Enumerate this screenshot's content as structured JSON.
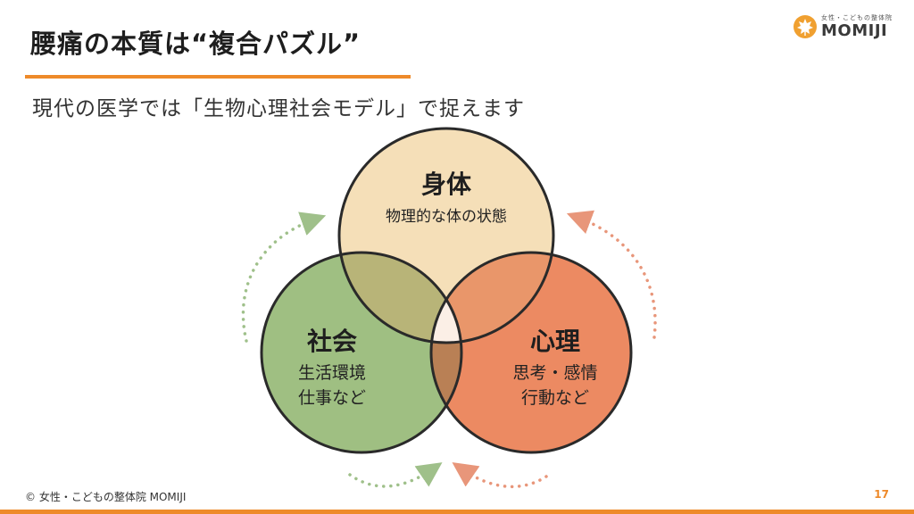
{
  "slide": {
    "title": "腰痛の本質は“複合パズル”",
    "subtitle": "現代の医学では「生物心理社会モデル」で捉えます",
    "page_number": "17"
  },
  "logo": {
    "tagline": "女性・こどもの整体院",
    "name": "MOMIJI"
  },
  "footer": {
    "copyright": "© 女性・こどもの整体院 MOMIJI"
  },
  "diagram": {
    "circles": [
      {
        "id": "body",
        "title": "身体",
        "lines": [
          "物理的な体の状態"
        ],
        "color": "#f5dfb8"
      },
      {
        "id": "social",
        "title": "社会",
        "lines": [
          "生活環境",
          "仕事など"
        ],
        "color": "#9fbf82"
      },
      {
        "id": "mind",
        "title": "心理",
        "lines": [
          "思考・感情",
          "行動など"
        ],
        "color": "#ec8a62"
      }
    ],
    "overlap_colors": {
      "body_social": "#b8b478",
      "body_mind": "#e9966a",
      "social_mind": "#b98055",
      "center": "#fbefe6"
    },
    "arrow_colors": {
      "green": "#9fc08a",
      "orange": "#e8967a"
    }
  }
}
